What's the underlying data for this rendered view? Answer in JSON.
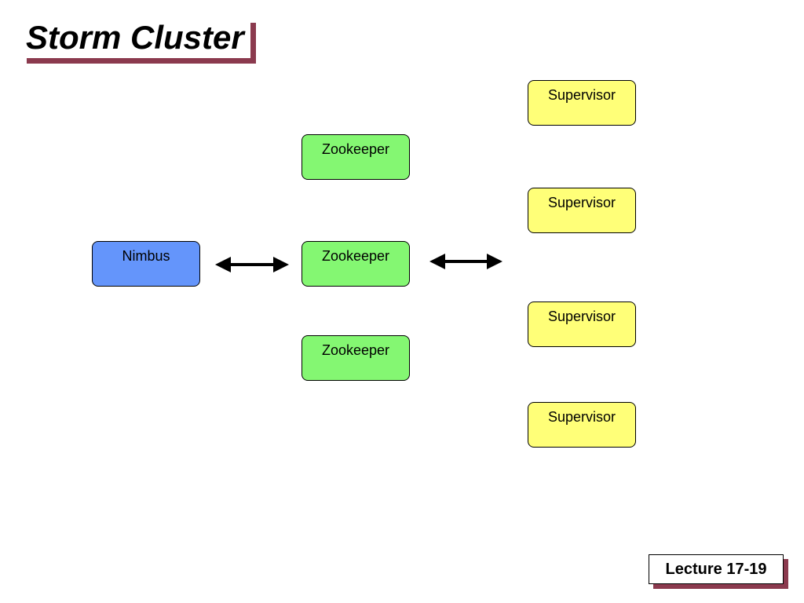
{
  "slide": {
    "title": "Storm Cluster",
    "footer": "Lecture 17-19"
  },
  "diagram": {
    "nimbus": {
      "label": "Nimbus",
      "color": "#6495fb"
    },
    "zookeepers": [
      {
        "label": "Zookeeper"
      },
      {
        "label": "Zookeeper"
      },
      {
        "label": "Zookeeper"
      }
    ],
    "supervisors": [
      {
        "label": "Supervisor"
      },
      {
        "label": "Supervisor"
      },
      {
        "label": "Supervisor"
      },
      {
        "label": "Supervisor"
      }
    ],
    "connections": [
      {
        "from": "Nimbus",
        "to": "Zookeeper",
        "type": "bidirectional"
      },
      {
        "from": "Zookeeper",
        "to": "Supervisor",
        "type": "bidirectional"
      }
    ],
    "colors": {
      "zookeeper": "#84f772",
      "supervisor": "#ffff78",
      "shadow": "#8b3a4e"
    }
  }
}
